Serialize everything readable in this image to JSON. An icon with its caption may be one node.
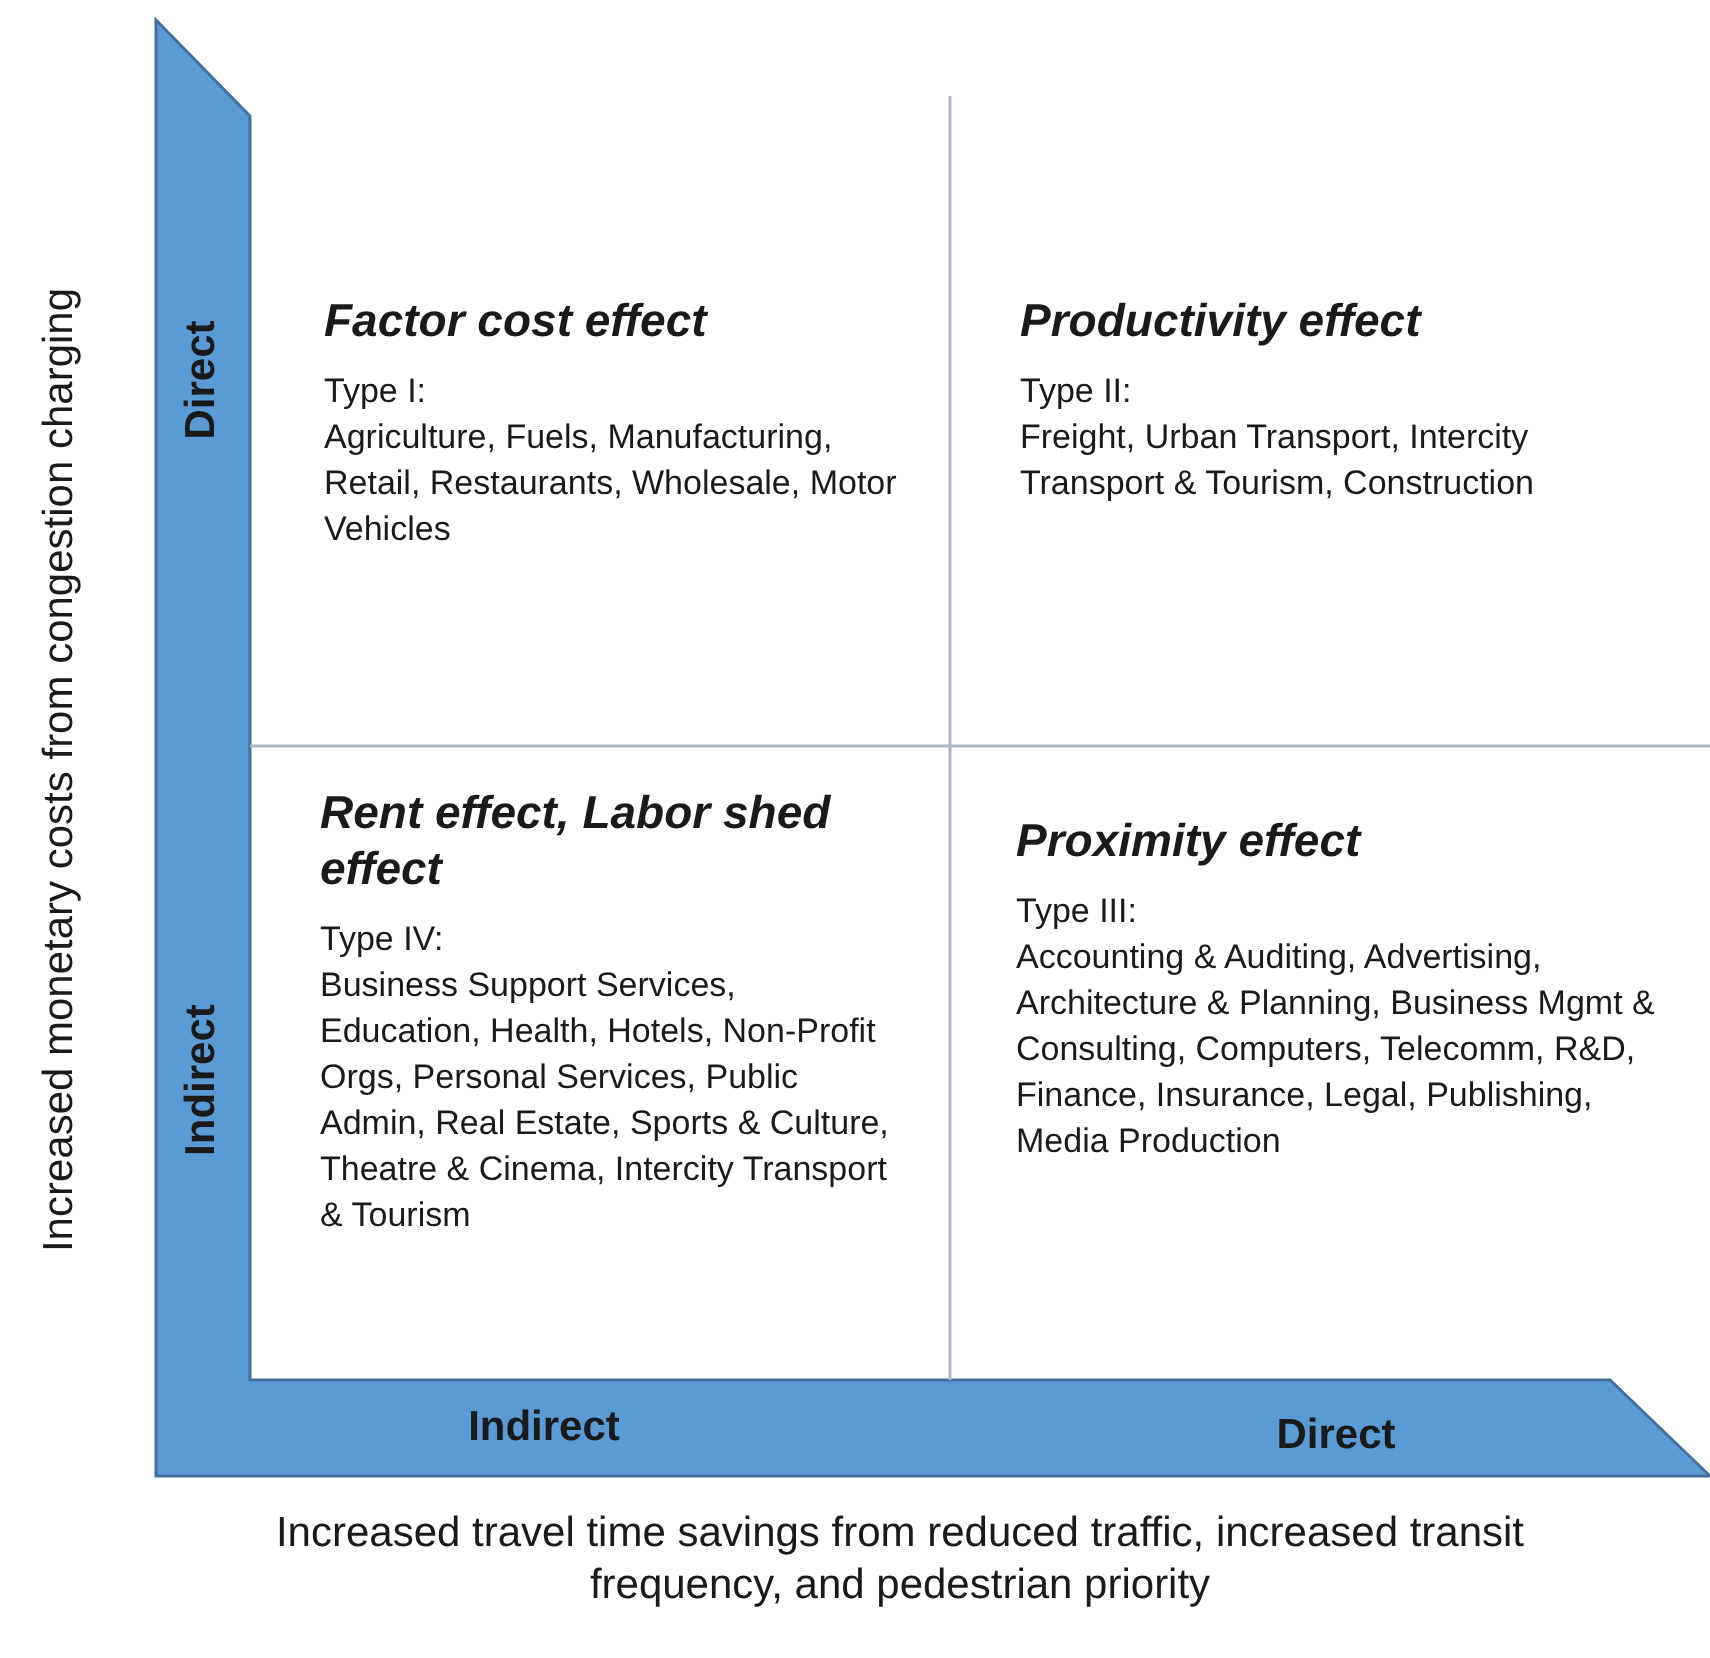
{
  "diagram": {
    "nodes": [
      {
        "text": [
          "Factor cost effect",
          "Type I:",
          "Agriculture, Fuels, Manufacturing, Retail, Restaurants, Wholesale, Motor Vehicles"
        ]
      },
      {
        "text": [
          "Productivity effect",
          "Type II:",
          "Freight, Urban Transport, Intercity Transport & Tourism, Construction"
        ]
      },
      {
        "text": [
          "Rent effect, Labor shed effect",
          "Type IV:",
          "Business Support Services, Education, Health, Hotels, Non-Profit Orgs, Personal Services, Public Admin, Real Estate, Sports & Culture, Theatre & Cinema, Intercity Transport & Tourism"
        ]
      },
      {
        "text": [
          "Proximity effect",
          "Type III:",
          "Accounting & Auditing, Advertising, Architecture & Planning, Business Mgmt & Consulting, Computers, Telecomm, R&D, Finance, Insurance, Legal, Publishing, Media Production"
        ]
      }
    ],
    "labels": [
      "Increased monetary costs from congestion charging",
      "Direct",
      "Indirect",
      "Indirect",
      "Direct",
      "Increased travel time savings from reduced traffic, increased transit frequency, and pedestrian priority"
    ]
  }
}
